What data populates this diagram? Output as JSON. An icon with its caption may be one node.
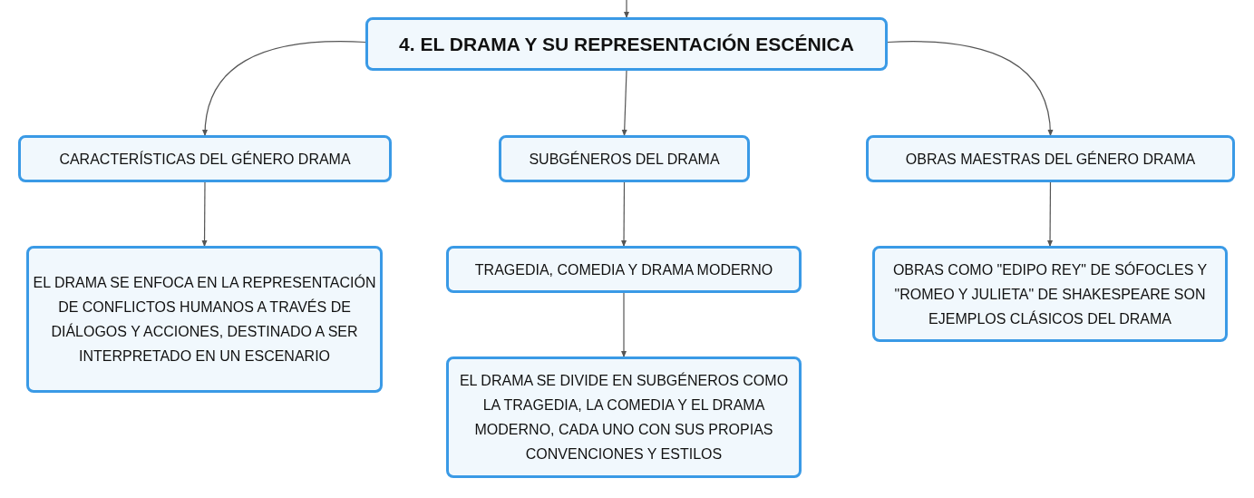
{
  "diagram": {
    "nodes": [
      {
        "text": [
          "4. EL DRAMA Y SU REPRESENTACIÓN ESCÉNICA"
        ]
      },
      {
        "text": [
          "CARACTERÍSTICAS DEL GÉNERO DRAMA"
        ]
      },
      {
        "text": [
          "SUBGÉNEROS DEL DRAMA"
        ]
      },
      {
        "text": [
          "OBRAS MAESTRAS DEL GÉNERO DRAMA"
        ]
      },
      {
        "text": [
          "EL DRAMA SE ENFOCA EN LA REPRESENTACIÓN DE CONFLICTOS HUMANOS A TRAVÉS DE DIÁLOGOS Y ACCIONES, DESTINADO A SER INTERPRETADO EN UN ESCENARIO"
        ]
      },
      {
        "text": [
          "TRAGEDIA, COMEDIA Y DRAMA MODERNO"
        ]
      },
      {
        "text": [
          "OBRAS COMO \"EDIPO REY\" DE SÓFOCLES Y \"ROMEO Y JULIETA\" DE SHAKESPEARE SON EJEMPLOS CLÁSICOS DEL DRAMA"
        ]
      },
      {
        "text": [
          "EL DRAMA SE DIVIDE EN SUBGÉNEROS COMO LA TRAGEDIA, LA COMEDIA Y EL DRAMA MODERNO, CADA UNO CON SUS PROPIAS CONVENCIONES Y ESTILOS"
        ]
      }
    ],
    "edges": [
      {
        "from": null,
        "to": 0,
        "arrow": "to"
      },
      {
        "from": 0,
        "to": 1,
        "arrow": "to"
      },
      {
        "from": 0,
        "to": 2,
        "arrow": "to"
      },
      {
        "from": 0,
        "to": 3,
        "arrow": "to"
      },
      {
        "from": 1,
        "to": 4,
        "arrow": "to"
      },
      {
        "from": 2,
        "to": 5,
        "arrow": "to"
      },
      {
        "from": 5,
        "to": 7,
        "arrow": "to"
      },
      {
        "from": 3,
        "to": 6,
        "arrow": "to"
      }
    ]
  }
}
